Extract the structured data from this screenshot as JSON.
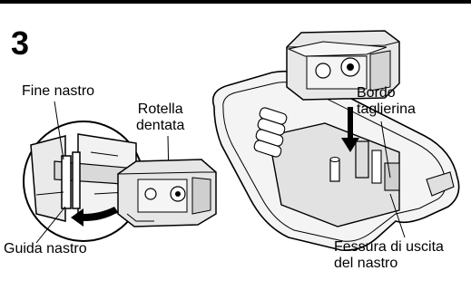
{
  "step": {
    "number": "3"
  },
  "callouts": {
    "fine_nastro": "Fine nastro",
    "rotella_dentata": "Rotella\ndentata",
    "guida_nastro": "Guida nastro",
    "bordo_taglierina": "Bordo\ntaglierina",
    "fessura_uscita": "Fessura di uscita\ndel nastro"
  }
}
